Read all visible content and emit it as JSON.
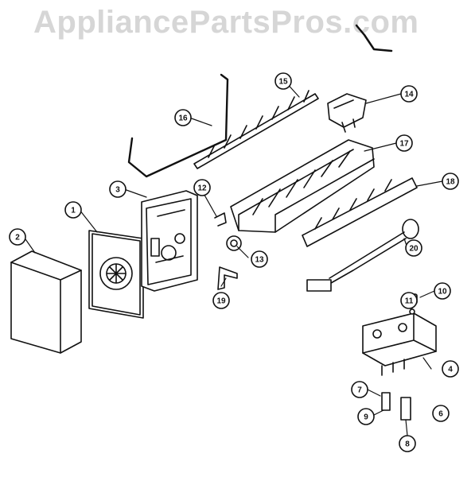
{
  "watermark": "AppliancePartsPros.com",
  "callouts": [
    "1",
    "2",
    "3",
    "4",
    "6",
    "7",
    "8",
    "9",
    "10",
    "11",
    "12",
    "13",
    "14",
    "15",
    "16",
    "17",
    "18",
    "19",
    "20"
  ],
  "colors": {
    "ink": "#111111",
    "watermark": "#d6d6d6",
    "background": "#ffffff"
  }
}
